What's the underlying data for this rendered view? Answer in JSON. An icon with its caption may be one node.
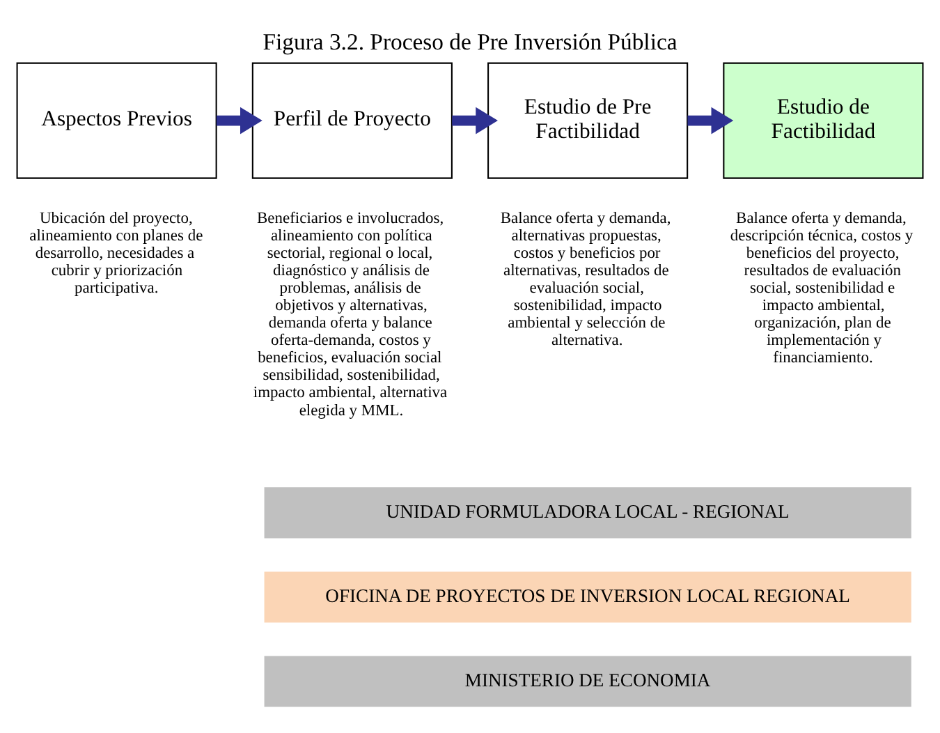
{
  "diagram": {
    "title": "Figura 3.2. Proceso de Pre Inversión Pública",
    "nodes": [
      {
        "text": [
          "Aspectos Previos"
        ],
        "beside": [
          "Ubicación del proyecto, alineamiento con planes de desarrollo, necesidades a cubrir y priorización participativa."
        ]
      },
      {
        "text": [
          "Perfil de Proyecto"
        ],
        "beside": [
          "Beneficiarios e involucrados, alineamiento con política sectorial, regional o local, diagnóstico y análisis de problemas, análisis de objetivos y alternativas, demanda oferta y balance oferta-demanda, costos y beneficios, evaluación social sensibilidad, sostenibilidad, impacto ambiental, alternativa elegida y MML."
        ]
      },
      {
        "text": [
          "Estudio de Pre Factibilidad"
        ],
        "beside": [
          "Balance oferta y demanda, alternativas propuestas, costos y beneficios por alternativas, resultados de evaluación social, sostenibilidad, impacto ambiental y selección de alternativa."
        ]
      },
      {
        "text": [
          "Estudio de Factibilidad"
        ],
        "beside": [
          "Balance oferta y demanda, descripción técnica, costos y beneficios del proyecto, resultados de evaluación social, sostenibilidad e impacto ambiental, organización, plan de implementación y financiamiento."
        ]
      },
      {
        "text": [
          "UNIDAD FORMULADORA LOCAL - REGIONAL"
        ]
      },
      {
        "text": [
          "OFICINA DE PROYECTOS DE INVERSION LOCAL REGIONAL"
        ]
      },
      {
        "text": [
          "MINISTERIO DE ECONOMIA"
        ]
      }
    ],
    "edges": [
      {
        "from": 0,
        "to": 1,
        "arrow": "to"
      },
      {
        "from": 1,
        "to": 2,
        "arrow": "to"
      },
      {
        "from": 2,
        "to": 3,
        "arrow": "to"
      }
    ]
  }
}
